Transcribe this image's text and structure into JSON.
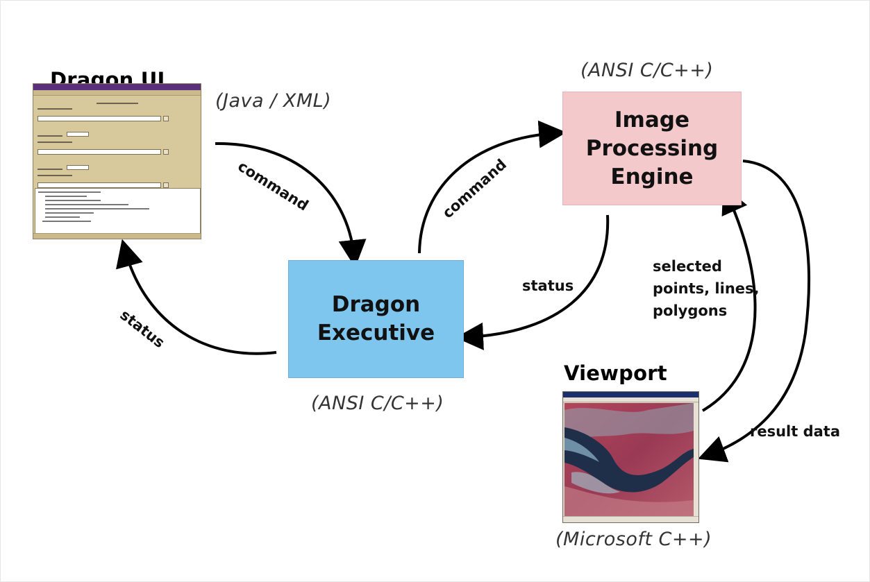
{
  "nodes": {
    "dragon_ui": {
      "title": "Dragon UI",
      "lang": "(Java / XML)"
    },
    "engine": {
      "title": "Image\nProcessing\nEngine",
      "lang": "(ANSI C/C++)"
    },
    "executive": {
      "title": "Dragon\nExecutive",
      "lang": "(ANSI C/C++)"
    },
    "viewport": {
      "title": "Viewport",
      "lang": "(Microsoft C++)"
    }
  },
  "edges": {
    "ui_to_exec": "command",
    "exec_to_ui": "status",
    "exec_to_engine": "command",
    "engine_to_exec": "status",
    "viewport_to_engine": "selected\npoints, lines,\npolygons",
    "engine_to_viewport": "result data"
  },
  "colors": {
    "executive_fill": "#7ec6ee",
    "engine_fill": "#f3c9cc",
    "arrow": "#000000"
  }
}
